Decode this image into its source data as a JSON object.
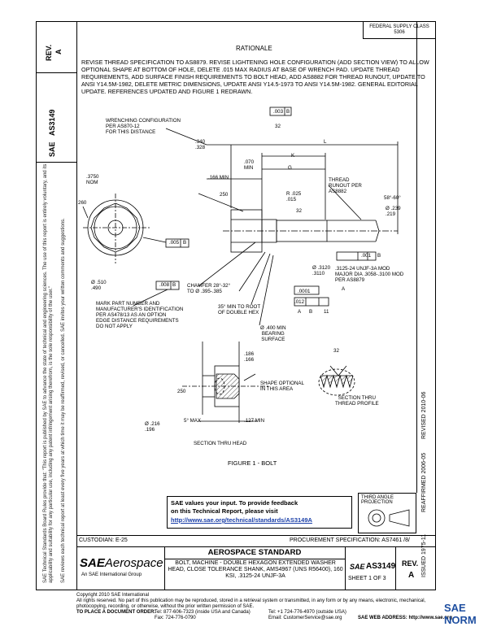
{
  "header": {
    "rev_label": "REV.",
    "rev_value": "A",
    "doc_number": "AS3149",
    "prefix": "SAE",
    "fsc": "FEDERAL SUPPLY CLASS\n5306",
    "rationale_title": "RATIONALE",
    "rationale_text": "REVISE THREAD SPECIFICATION TO AS8879. REVISE LIGHTENING HOLE CONFIGURATION (ADD SECTION VIEW) TO ALLOW OPTIONAL SHAPE AT BOTTOM OF HOLE, DELETE .015 MAX RADIUS AT BASE OF WRENCH PAD. UPDATE THREAD REQUIREMENTS, ADD SURFACE FINISH REQUIREMENTS TO BOLT HEAD, ADD AS8882 FOR THREAD RUNOUT, UPDATE TO ANSI Y14.5M-1982, DELETE METRIC DIMENSIONS, UPDATE ANSI Y14.5-1973 TO ANSI Y14.5M-1982. GENERAL EDITORIAL UPDATE. REFERENCES UPDATED AND FIGURE 1 REDRAWN."
  },
  "side_text": {
    "legal_1": "SAE Technical Standards Board Rules provide that: \"This report is published by SAE to advance the state of technical and engineering sciences. The use of this report is entirely voluntary, and its applicability and suitability for any particular use, including any patent infringement arising therefrom, is the sole responsibility of the user.\"",
    "legal_2": "SAE reviews each technical report at least every five years at which time it may be reaffirmed, revised, or cancelled. SAE invites your written comments and suggestions.",
    "issued": "ISSUED 1975-11",
    "reaffirmed": "REAFFIRMED 2006-05",
    "revised": "REVISED 2010-06"
  },
  "drawing": {
    "labels": {
      "wrenching": "WRENCHING CONFIGURATION\nPER AS870-12\nFOR THIS DISTANCE",
      "nom": ".3750\nNOM",
      "d260a": "260",
      "dia510": "Ø .510\n   .490",
      "tol005": ".005",
      "tol005b": "B",
      "tol008": ".008",
      "tol008b": "B",
      "mark": "MARK PART NUMBER AND\nMANUFACTURER'S IDENTIFICATION\nPER AS478/13 AS AN OPTION\nEDGE DISTANCE REQUIREMENTS\nDO NOT APPLY",
      "d340": ".340\n.328",
      "d166": ".166 MIN",
      "d070": ".070\nMIN",
      "d250": "250",
      "dG": "G",
      "dK": "K",
      "dL": "L",
      "r025": "R .025\n   .015",
      "s32a": "32",
      "s32b": "32",
      "s32c": "32",
      "tol003": ".003",
      "tol003b": "B",
      "runout": "THREAD\nRUNOUT PER\nAS8882",
      "angle": "58°-60°",
      "d239": "Ø .239\n   .219",
      "tol001": ".001",
      "tolB": "B",
      "thread": ".3125-24 UNJF-3A MOD\nMAJOR DIA .3058-.3100 MOD\nPER AS8879",
      "datumA": "A",
      "d3120": "Ø .3120\n   .3110",
      "chamfer": "CHAMFER 28°-32°\nTO Ø .395-.385",
      "d0001": ".0001",
      "d012": ".012",
      "datumB": "B",
      "d1a": "A",
      "d11": "11",
      "root": "35° MIN TO ROOT\nOF DOUBLE HEX",
      "bearing": "Ø .400 MIN\nBEARING\nSURFACE",
      "h186": ".186\n.166",
      "shape": "SHAPE OPTIONAL\nIN THIS AREA",
      "d250b": "250",
      "d216": "Ø .216\n   .196",
      "max5": "5° MAX",
      "d127": ".127 MIN",
      "sec_head": "SECTION THRU HEAD",
      "sec_thread": "SECTION THRU\nTHREAD PROFILE",
      "figure": "FIGURE 1 - BOLT"
    }
  },
  "feedback": {
    "line1": "SAE values your input. To provide feedback",
    "line2": "on this Technical Report, please visit",
    "url": "http://www.sae.org/technical/standards/AS3149A"
  },
  "projection": "THIRD ANGLE PROJECTION",
  "custodian": "CUSTODIAN: E-25",
  "procurement": "PROCUREMENT SPECIFICATION: AS7461 /8/",
  "title_block": {
    "logo_sae": "SAE",
    "logo_aero": "Aerospace",
    "logo_sub": "An SAE International Group",
    "standard": "AEROSPACE STANDARD",
    "desc": "BOLT, MACHINE - DOUBLE HEXAGON EXTENDED WASHER HEAD, CLOSE TOLERANCE SHANK, AMS4967 (UNS R56400), 160 KSI, .3125-24 UNJF-3A",
    "sae_small": "SAE",
    "doc": "AS3149",
    "sheet": "SHEET 1 OF 3",
    "rev_label": "REV.",
    "rev_value": "A"
  },
  "footer": {
    "copyright": "Copyright 2010 SAE International",
    "rights": "All rights reserved. No part of this publication may be reproduced, stored in a retrieval system or transmitted, in any form or by any means, electronic, mechanical, photocopying, recording, or otherwise, without the prior written permission of SAE.",
    "order": "TO PLACE A DOCUMENT ORDER:",
    "tel1": "Tel: 877-606-7323 (inside USA and Canada)",
    "tel2": "Tel: +1 724-776-4970 (outside USA)",
    "fax": "Fax: 724-776-0790",
    "email": "Email: CustomerService@sae.org",
    "web": "SAE WEB ADDRESS: http://www.sae.org",
    "watermark": "SAE NORM"
  }
}
